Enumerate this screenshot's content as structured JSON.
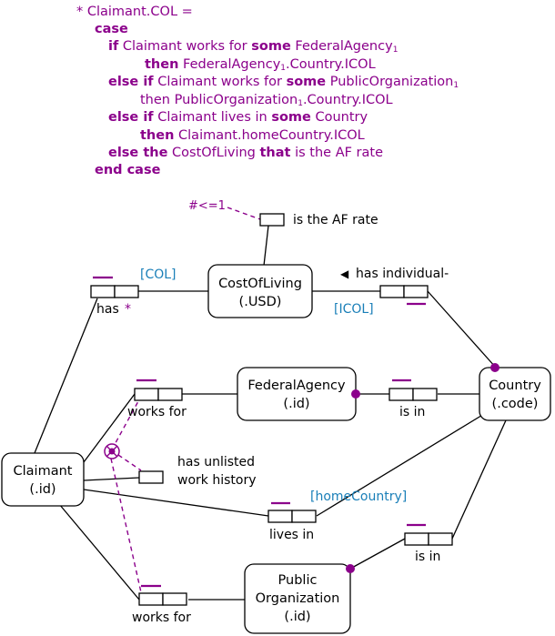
{
  "rule": {
    "l1_a": "* Claimant.COL =",
    "l2_a": "case",
    "l3_a": "if",
    "l3_b": " Claimant works for ",
    "l3_c": "some",
    "l3_d": " FederalAgency",
    "l3_sub": "1",
    "l4_a": "then",
    "l4_b": " FederalAgency",
    "l4_sub": "1",
    "l4_c": ".Country.ICOL",
    "l5_a": "else if",
    "l5_b": " Claimant works for ",
    "l5_c": "some",
    "l5_d": " PublicOrganization",
    "l5_sub": "1",
    "l6_a": "then PublicOrganization",
    "l6_sub": "1",
    "l6_b": ".Country.ICOL",
    "l7_a": "else if",
    "l7_b": " Claimant lives in ",
    "l7_c": "some",
    "l7_d": " Country",
    "l8_a": "then",
    "l8_b": " Claimant.homeCountry.ICOL",
    "l9_a": "else the",
    "l9_b": " CostOfLiving ",
    "l9_c": "that",
    "l9_d": " is the AF rate",
    "l10_a": "end case"
  },
  "entities": {
    "costofliving": {
      "name": "CostOfLiving",
      "ref": "(.USD)"
    },
    "federalagency": {
      "name": "FederalAgency",
      "ref": "(.id)"
    },
    "country": {
      "name": "Country",
      "ref": "(.code)"
    },
    "claimant": {
      "name": "Claimant",
      "ref": "(.id)"
    },
    "publicorg": {
      "name1": "Public",
      "name2": "Organization",
      "ref": "(.id)"
    }
  },
  "facts": {
    "af_rate": "is the AF rate",
    "af_constraint": "#<=1",
    "has": "has",
    "has_star": "*",
    "col_ref": "[COL]",
    "individual": "has individual-",
    "individual_arrow": "◀",
    "icol_ref": "[ICOL]",
    "works_for_fa": "works for",
    "fa_is_in": "is in",
    "unlisted_1": "has unlisted",
    "unlisted_2": "work history",
    "homecountry_ref": "[homeCountry]",
    "lives_in": "lives in",
    "po_is_in": "is in",
    "works_for_po": "works for"
  },
  "colors": {
    "constraint": "#8b008b",
    "reference": "#1a7fb8",
    "stroke": "#000000"
  }
}
